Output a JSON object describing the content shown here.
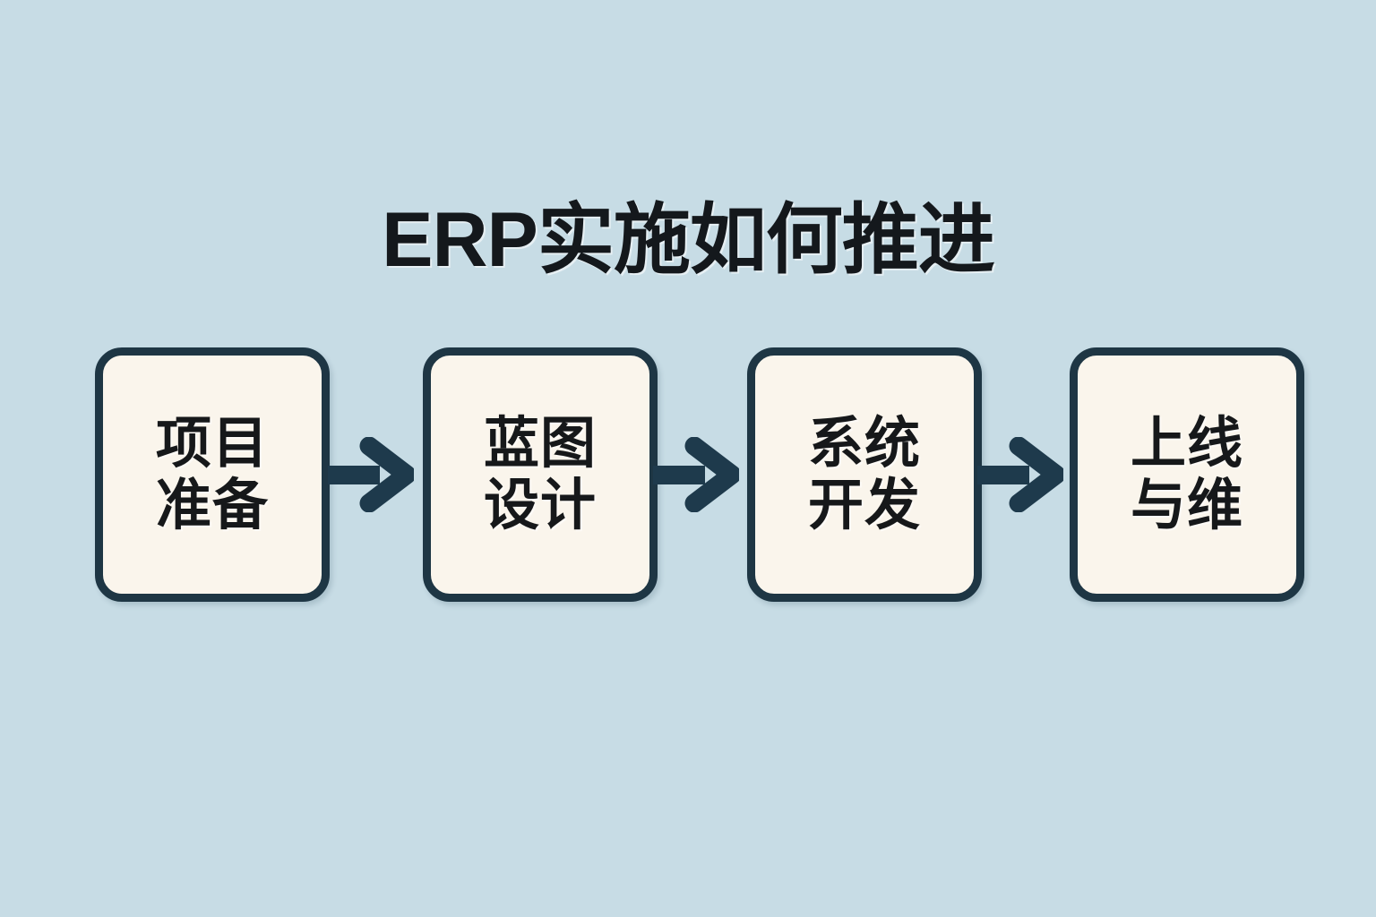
{
  "page": {
    "title": "ERP实施如何推进",
    "background_color": "#c7dce5",
    "node_fill_color": "#faf5ec",
    "node_border_color": "#1e3644",
    "text_color": "#16181a",
    "arrow_color": "#1e3a4c"
  },
  "flow": {
    "nodes": [
      {
        "label": "项目\n准备",
        "line1": "项目",
        "line2": "准备",
        "order": 1
      },
      {
        "label": "蓝图\n设计",
        "line1": "蓝图",
        "line2": "设计",
        "order": 2
      },
      {
        "label": "系统\n开发",
        "line1": "系统",
        "line2": "开发",
        "order": 3
      },
      {
        "label": "上线\n与维",
        "line1": "上线",
        "line2": "与维",
        "order": 4
      }
    ],
    "connectors": [
      {
        "from": "项目准备",
        "to": "蓝图设计",
        "icon": "arrow-right-icon"
      },
      {
        "from": "蓝图设计",
        "to": "系统开发",
        "icon": "arrow-right-icon"
      },
      {
        "from": "系统开发",
        "to": "上线与维",
        "icon": "arrow-right-icon"
      }
    ]
  }
}
